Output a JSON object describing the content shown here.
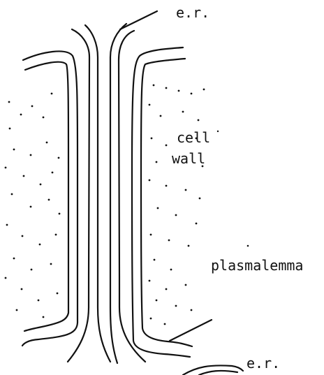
{
  "labels": {
    "er_top": "e.r.",
    "cell": "cell",
    "wall": "wall",
    "plasmalemma": "plasmalemma",
    "er_bottom": "e.r."
  }
}
